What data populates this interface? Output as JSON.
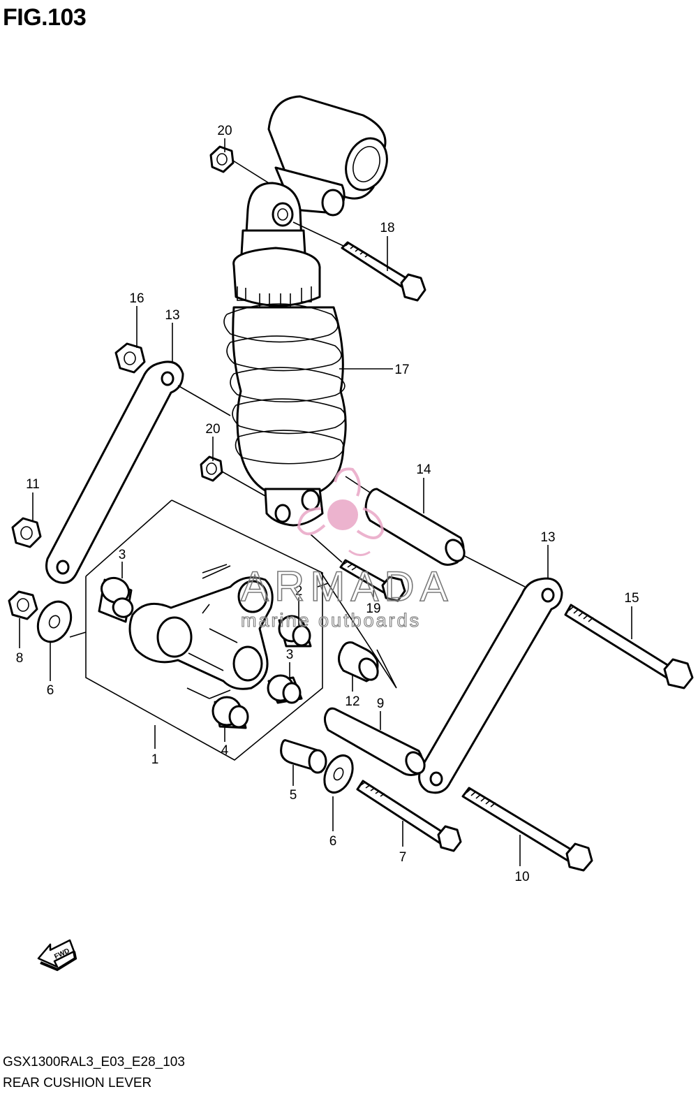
{
  "figure": {
    "title": "FIG.103",
    "model_code": "GSX1300RAL3_E03_E28_103",
    "caption": "REAR CUSHION LEVER",
    "direction_badge": "FWD"
  },
  "watermark": {
    "name": "ARMADA",
    "tagline": "marine outboards",
    "accent_color": "#e9a6c6"
  },
  "callouts": [
    "20",
    "18",
    "16",
    "13",
    "17",
    "20",
    "11",
    "14",
    "3",
    "2",
    "19",
    "13",
    "15",
    "8",
    "6",
    "3",
    "12",
    "9",
    "1",
    "4",
    "5",
    "6",
    "7",
    "10"
  ],
  "icons": [
    "fwd-arrow-icon",
    "armada-logo-icon"
  ]
}
